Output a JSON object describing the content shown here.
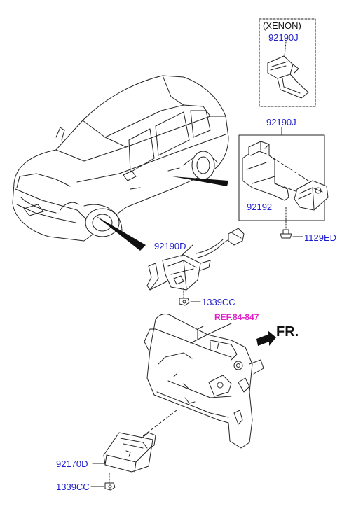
{
  "colors": {
    "part_label": "#1d1dcc",
    "reference_label": "#e020c8",
    "line": "#222222",
    "fill": "#ffffff"
  },
  "labels": {
    "xenon_title": "(XENON)",
    "xenon_part": "92190J",
    "part_92190J": "92190J",
    "part_92192": "92192",
    "part_1129ED": "1129ED",
    "part_92190D": "92190D",
    "part_1339CC_upper": "1339CC",
    "reference": "REF.84-847",
    "front_direction": "FR.",
    "part_92170D": "92170D",
    "part_1339CC_lower": "1339CC"
  },
  "icons": {
    "front_arrow": "right-arrow-icon"
  }
}
